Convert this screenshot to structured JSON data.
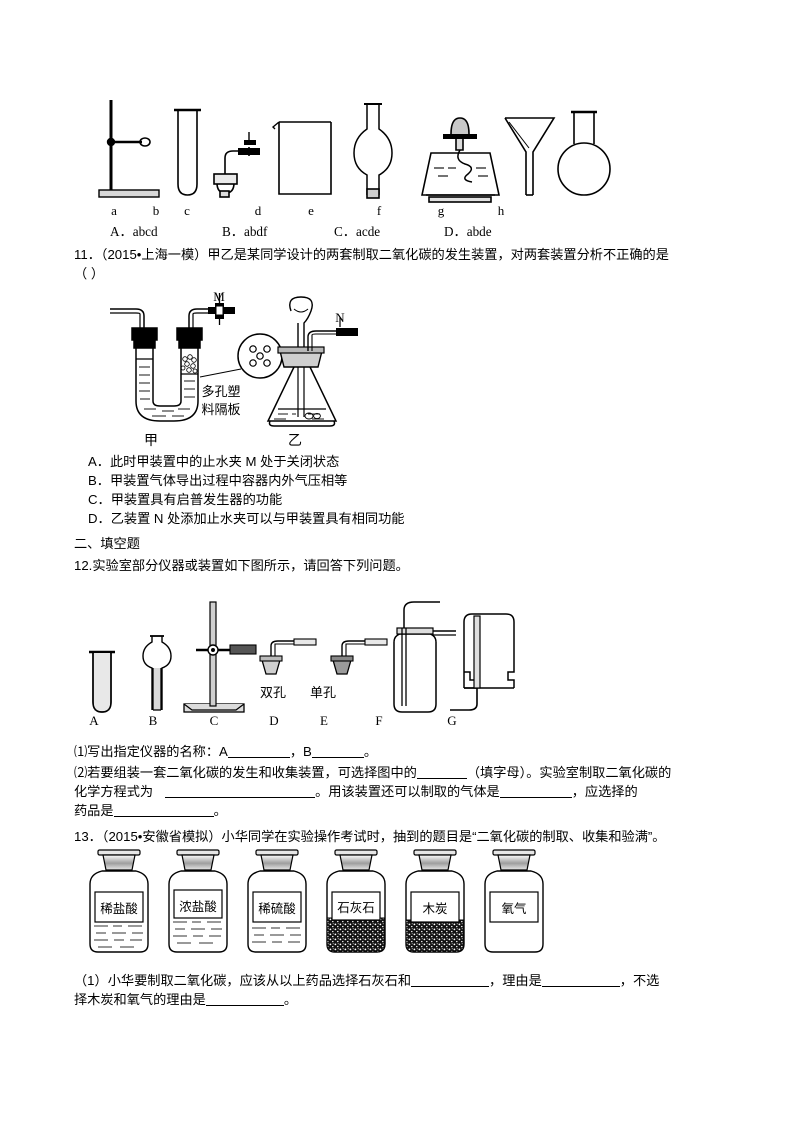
{
  "document": {
    "type": "chemistry-worksheet",
    "language": "zh-CN"
  },
  "apparatus_row_1": {
    "labels": [
      "a",
      "b",
      "c",
      "d",
      "e",
      "f",
      "g",
      "h"
    ],
    "items": [
      {
        "key": "a",
        "name": "iron-stand"
      },
      {
        "key": "b",
        "name": "test-tube"
      },
      {
        "key": "c",
        "name": "stopper-with-tube-and-clamp"
      },
      {
        "key": "d",
        "name": "beaker"
      },
      {
        "key": "e",
        "name": "long-neck-funnel"
      },
      {
        "key": "f",
        "name": "dropper-over-water-trough"
      },
      {
        "key": "g",
        "name": "funnel"
      },
      {
        "key": "h",
        "name": "round-bottom-flask"
      }
    ]
  },
  "question_10_options": {
    "a": "A．abcd",
    "b": "B．abdf",
    "c": "C．acde",
    "d": "D．abde"
  },
  "question_11": {
    "stem_line1": "11．（2015•上海一模）甲乙是某同学设计的两套制取二氧化碳的发生装置，对两套装置分析不正确的是",
    "stem_line2": "（    ）",
    "diagram": {
      "label_M": "M",
      "label_N": "N",
      "label_jia": "甲",
      "label_yi": "乙",
      "annotation_line1": "多孔塑",
      "annotation_line2": "料隔板"
    },
    "options": [
      "A．此时甲装置中的止水夹 M 处于关闭状态",
      "B．甲装置气体导出过程中容器内外气压相等",
      "C．甲装置具有启普发生器的功能",
      "D．乙装置 N 处添加止水夹可以与甲装置具有相同功能"
    ]
  },
  "section_2": {
    "heading": "二、填空题"
  },
  "question_12": {
    "stem": "12.实验室部分仪器或装置如下图所示，请回答下列问题。",
    "diagram": {
      "labels": [
        "A",
        "B",
        "C",
        "D",
        "E",
        "F",
        "G"
      ],
      "sub_labels": {
        "D": "双孔",
        "E": "单孔"
      },
      "items": [
        {
          "key": "A",
          "name": "test-tube"
        },
        {
          "key": "B",
          "name": "long-neck-funnel"
        },
        {
          "key": "C",
          "name": "iron-stand-with-clamp"
        },
        {
          "key": "D",
          "name": "two-hole-stopper"
        },
        {
          "key": "E",
          "name": "one-hole-stopper"
        },
        {
          "key": "F",
          "name": "gas-washing-bottle"
        },
        {
          "key": "G",
          "name": "inverted-collecting-bottle"
        }
      ]
    },
    "sub1": {
      "prefix": "⑴写出指定仪器的名称：A",
      "mid": "，B",
      "suffix": "。"
    },
    "sub2": {
      "line1_a": "⑵若要组装一套二氧化碳的发生和收集装置，可选择图中的",
      "line1_b": "（填字母）。实验室制取二氧化碳的",
      "line2_a": "化学方程式为",
      "line2_b": "。用该装置还可以制取的气体是",
      "line2_c": "，应选择的",
      "line3_a": "药品是",
      "line3_b": "。"
    }
  },
  "question_13": {
    "stem": "13．（2015•安徽省模拟）小华同学在实验操作考试时，抽到的题目是“二氧化碳的制取、收集和验满”。",
    "bottles": [
      {
        "label": "稀盐酸",
        "content": "liquid"
      },
      {
        "label": "浓盐酸",
        "content": "liquid"
      },
      {
        "label": "稀硫酸",
        "content": "liquid"
      },
      {
        "label": "石灰石",
        "content": "solid"
      },
      {
        "label": "木炭",
        "content": "solid"
      },
      {
        "label": "氧气",
        "content": "gas"
      }
    ],
    "sub1": {
      "line1_a": "（1）小华要制取二氧化碳，应该从以上药品选择石灰石和",
      "line1_b": "，理由是",
      "line1_c": "，不选",
      "line2_a": "择木炭和氧气的理由是",
      "line2_b": "。"
    }
  }
}
